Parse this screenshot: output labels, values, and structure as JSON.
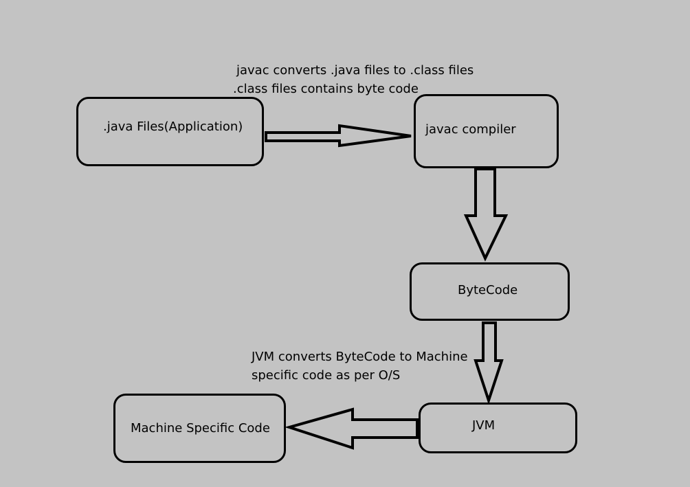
{
  "diagram": {
    "nodes": {
      "java_files": ".java Files(Application)",
      "javac_compiler": "javac compiler",
      "bytecode": "ByteCode",
      "jvm": "JVM",
      "machine_code": "Machine Specific Code"
    },
    "annotations": {
      "javac_line1": "javac converts .java files to .class files",
      "javac_line2": ".class files contains byte code",
      "jvm_line1": "JVM converts ByteCode to Machine",
      "jvm_line2": "specific code as per O/S"
    },
    "edges": [
      {
        "from": "java_files",
        "to": "javac_compiler"
      },
      {
        "from": "javac_compiler",
        "to": "bytecode"
      },
      {
        "from": "bytecode",
        "to": "jvm"
      },
      {
        "from": "jvm",
        "to": "machine_code"
      }
    ]
  }
}
